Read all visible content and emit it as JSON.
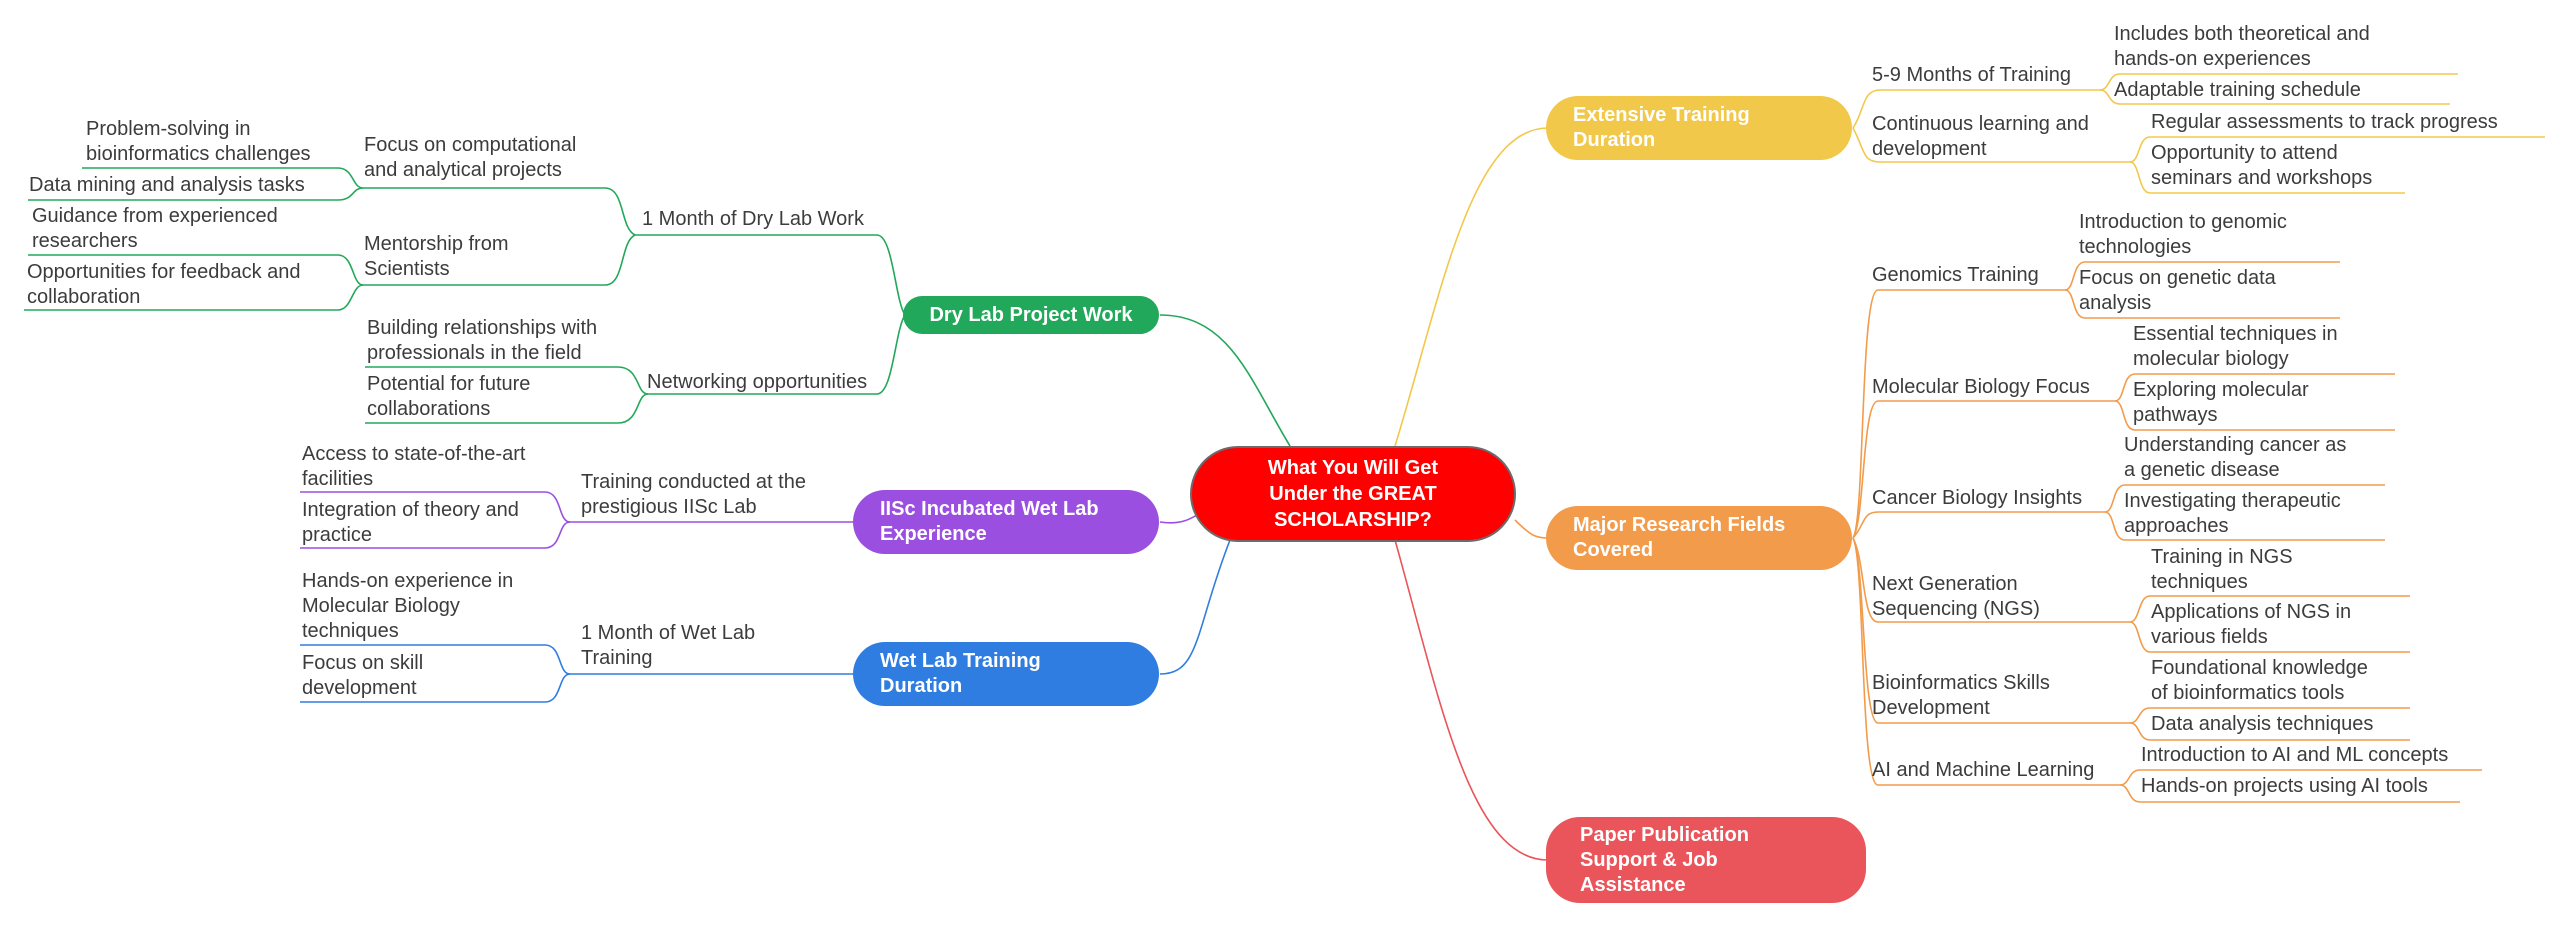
{
  "root": {
    "line1": "What You Will Get",
    "line2": "Under the GREAT",
    "line3": "SCHOLARSHIP?"
  },
  "colors": {
    "dry": "#22a85a",
    "incubated": "#9a4fe0",
    "wet": "#2f7de0",
    "training": "#f2c84b",
    "research": "#f29b4b",
    "paper": "#e9555a"
  },
  "branches": {
    "dry": {
      "label": "Dry Lab Project Work",
      "month": {
        "label": "1 Month of Dry Lab Work",
        "focus": {
          "l1": "Focus on computational",
          "l2": "and analytical projects",
          "leaf1_l1": "Problem-solving in",
          "leaf1_l2": "bioinformatics challenges",
          "leaf2": "Data mining and analysis tasks"
        },
        "mentor": {
          "l1": "Mentorship from",
          "l2": "Scientists",
          "leaf1_l1": "Guidance from experienced",
          "leaf1_l2": "researchers",
          "leaf2_l1": "Opportunities for feedback and",
          "leaf2_l2": "collaboration"
        }
      },
      "network": {
        "label": "Networking opportunities",
        "leaf1_l1": "Building relationships with",
        "leaf1_l2": "professionals in the field",
        "leaf2_l1": "Potential for future",
        "leaf2_l2": "collaborations"
      }
    },
    "incubated": {
      "label_l1": "IISc Incubated Wet Lab",
      "label_l2": "Experience",
      "sub_l1": "Training conducted at the",
      "sub_l2": "prestigious IISc Lab",
      "leaf1_l1": "Access to state-of-the-art",
      "leaf1_l2": "facilities",
      "leaf2_l1": "Integration of theory and",
      "leaf2_l2": "practice"
    },
    "wet": {
      "label_l1": "Wet Lab Training",
      "label_l2": "Duration",
      "sub_l1": "1 Month of Wet Lab",
      "sub_l2": "Training",
      "leaf1_l1": "Hands-on experience in",
      "leaf1_l2": "Molecular Biology",
      "leaf1_l3": "techniques",
      "leaf2_l1": "Focus on skill",
      "leaf2_l2": "development"
    },
    "training": {
      "label_l1": "Extensive Training",
      "label_l2": "Duration",
      "months": {
        "label": "5-9 Months of Training",
        "leaf1_l1": "Includes both theoretical and",
        "leaf1_l2": "hands-on experiences",
        "leaf2": "Adaptable training schedule"
      },
      "continuous": {
        "l1": "Continuous learning and",
        "l2": "development",
        "leaf1": "Regular assessments to track progress",
        "leaf2_l1": "Opportunity to attend",
        "leaf2_l2": "seminars and workshops"
      }
    },
    "research": {
      "label_l1": "Major Research Fields",
      "label_l2": "Covered",
      "genomics": {
        "label": "Genomics Training",
        "leaf1_l1": "Introduction to genomic",
        "leaf1_l2": "technologies",
        "leaf2_l1": "Focus on genetic data",
        "leaf2_l2": "analysis"
      },
      "molbio": {
        "label": "Molecular Biology Focus",
        "leaf1_l1": "Essential techniques in",
        "leaf1_l2": "molecular biology",
        "leaf2_l1": "Exploring molecular",
        "leaf2_l2": "pathways"
      },
      "cancer": {
        "label": "Cancer Biology Insights",
        "leaf1_l1": "Understanding cancer as",
        "leaf1_l2": "a genetic disease",
        "leaf2_l1": "Investigating therapeutic",
        "leaf2_l2": "approaches"
      },
      "ngs": {
        "l1": "Next Generation",
        "l2": "Sequencing (NGS)",
        "leaf1_l1": "Training in NGS",
        "leaf1_l2": "techniques",
        "leaf2_l1": "Applications of NGS in",
        "leaf2_l2": "various fields"
      },
      "bioinf": {
        "l1": "Bioinformatics Skills",
        "l2": "Development",
        "leaf1_l1": "Foundational knowledge",
        "leaf1_l2": "of bioinformatics tools",
        "leaf2": "Data analysis techniques"
      },
      "ai": {
        "label": "AI and Machine Learning",
        "leaf1": "Introduction to AI and ML concepts",
        "leaf2": "Hands-on projects using AI tools"
      }
    },
    "paper": {
      "l1": "Paper Publication",
      "l2": "Support & Job",
      "l3": "Assistance"
    }
  }
}
